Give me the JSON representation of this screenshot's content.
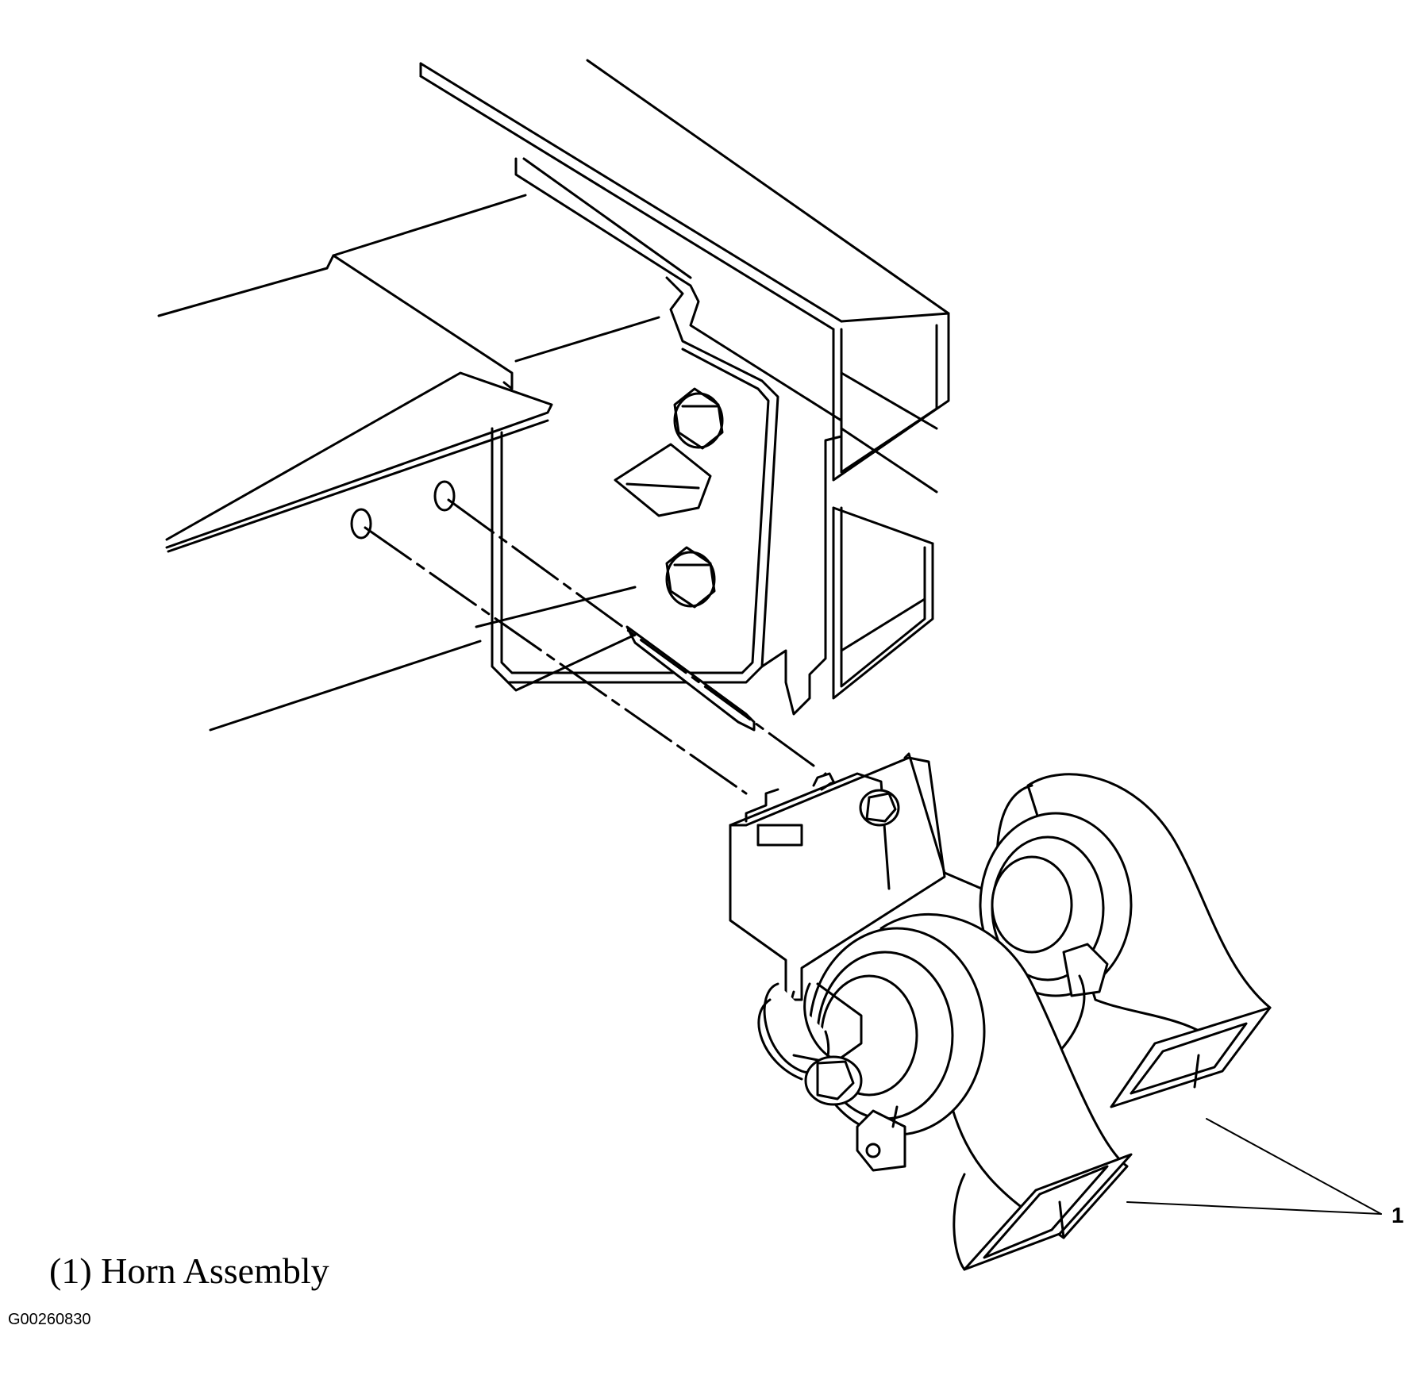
{
  "callout": {
    "number": "1"
  },
  "legend": {
    "text": "(1) Horn Assembly"
  },
  "figure": {
    "id": "G00260830"
  }
}
